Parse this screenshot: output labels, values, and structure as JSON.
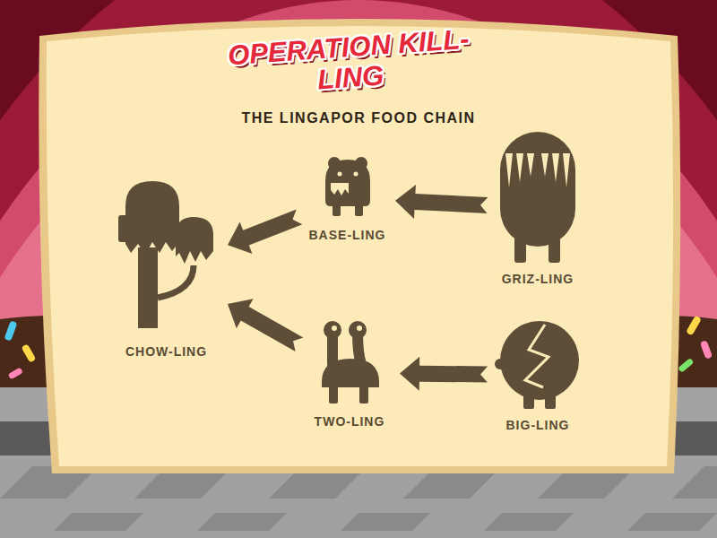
{
  "diagram": {
    "title": "THE LINGAPOR FOOD CHAIN",
    "nodes": [
      {
        "text": [
          "BASE-LING"
        ]
      },
      {
        "text": [
          "GRIZ-LING"
        ]
      },
      {
        "text": [
          "CHOW-LING"
        ]
      },
      {
        "text": [
          "TWO-LING"
        ]
      },
      {
        "text": [
          "BIG-LING"
        ]
      }
    ],
    "edges": [
      {
        "from": 1,
        "to": 0,
        "arrow": "to"
      },
      {
        "from": 0,
        "to": 2,
        "arrow": "to"
      },
      {
        "from": 4,
        "to": 3,
        "arrow": "to"
      },
      {
        "from": 3,
        "to": 2,
        "arrow": "to"
      }
    ],
    "labels": [
      "OPERATION KILL-LING"
    ]
  }
}
